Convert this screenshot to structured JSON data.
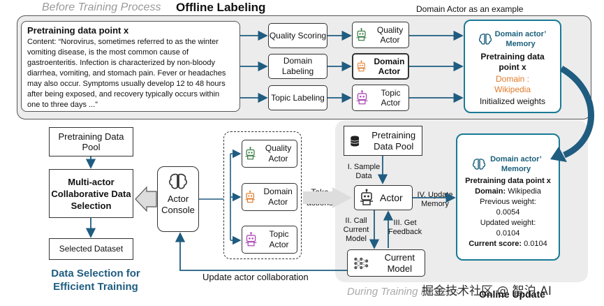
{
  "header": {
    "before_label": "Before Training Process",
    "offline_label": "Offline Labeling",
    "domain_note": "Domain Actor as an example"
  },
  "datapoint": {
    "title": "Pretraining data point x",
    "content": "Content: “Norovirus, sometimes referred to as the winter vomiting disease, is the most common cause of gastroenteritis. Infection is characterized by non-bloody diarrhea, vomiting, and stomach pain. Fever or headaches may also occur. Symptoms usually develop 12 to 48 hours after being exposed, and recovery typically occurs within one to three days ...”"
  },
  "labeling": {
    "quality": "Quality Scoring",
    "domain": "Domain Labeling",
    "topic": "Topic Labeling"
  },
  "actors": {
    "quality": "Quality Actor",
    "domain": "Domain Actor",
    "topic": "Topic Actor"
  },
  "memory_top": {
    "title": "Domain actor’ Memory",
    "point": "Pretraining data point x",
    "domain": "Domain : Wikipedia",
    "weights": "Initialized weights"
  },
  "left": {
    "pool": "Pretraining Data Pool",
    "selection": "Multi-actor Collaborative Data Selection",
    "dataset": "Selected Dataset",
    "footer": "Data Selection for Efficient Training"
  },
  "console": {
    "label": "Actor Console",
    "take_actions": "Take actions",
    "update_collab": "Update actor collaboration"
  },
  "online": {
    "pool": "Pretraining Data Pool",
    "sample": "I. Sample Data",
    "actor": "Actor",
    "call": "II. Call Current Model",
    "feedback": "III. Get Feedback",
    "update_mem": "IV. Update Memory",
    "model": "Current Model",
    "during_label": "During Training Process",
    "online_label": "Online Update"
  },
  "memory_bot": {
    "title": "Domain actor’ Memory",
    "point": "Pretraining data point x",
    "domain_key": "Domain:",
    "domain_val": "Wikipedia",
    "prev_label": "Previous weight:",
    "prev_val": "0.0054",
    "upd_label": "Updated weight:",
    "upd_val": "0.0104",
    "score_label": "Current score:",
    "score_val": "0.0104"
  },
  "watermark": "掘金技术社区 @ 智泊 AI",
  "colors": {
    "teal": "#1a5f7a",
    "orange": "#e07b2a",
    "robot_green": "#3a7d44",
    "robot_orange": "#e07b2a",
    "robot_purple": "#b04fb8"
  }
}
